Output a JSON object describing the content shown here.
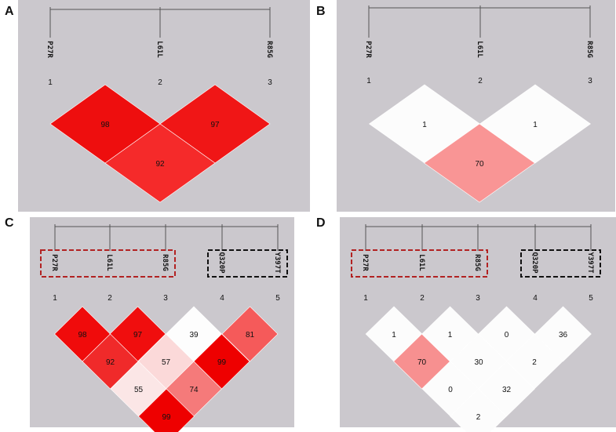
{
  "panels": [
    {
      "letter": "A",
      "snps": [
        "P27R",
        "L61L",
        "R85G"
      ],
      "indices": [
        "1",
        "2",
        "3"
      ],
      "cells": [
        {
          "i": 1,
          "j": 2,
          "value": "98",
          "color": "#ee0e0e"
        },
        {
          "i": 2,
          "j": 3,
          "value": "97",
          "color": "#f01616"
        },
        {
          "i": 1,
          "j": 3,
          "value": "92",
          "color": "#f52a2a"
        }
      ]
    },
    {
      "letter": "B",
      "snps": [
        "P27R",
        "L61L",
        "R85G"
      ],
      "indices": [
        "1",
        "2",
        "3"
      ],
      "cells": [
        {
          "i": 1,
          "j": 2,
          "value": "1",
          "color": "#fcfcfc"
        },
        {
          "i": 2,
          "j": 3,
          "value": "1",
          "color": "#fcfcfc"
        },
        {
          "i": 1,
          "j": 3,
          "value": "70",
          "color": "#f99595"
        }
      ]
    },
    {
      "letter": "C",
      "snps": [
        "P27R",
        "L61L",
        "R85G",
        "Q320P",
        "Y397T"
      ],
      "indices": [
        "1",
        "2",
        "3",
        "4",
        "5"
      ],
      "groups": [
        {
          "from": 1,
          "to": 3,
          "color": "#b22222"
        },
        {
          "from": 4,
          "to": 5,
          "color": "#111111"
        }
      ],
      "cells": [
        {
          "i": 1,
          "j": 2,
          "value": "98",
          "color": "#f00b0b"
        },
        {
          "i": 2,
          "j": 3,
          "value": "97",
          "color": "#f00e0e"
        },
        {
          "i": 3,
          "j": 4,
          "value": "39",
          "color": "#fdfdfd"
        },
        {
          "i": 4,
          "j": 5,
          "value": "81",
          "color": "#f55a5a"
        },
        {
          "i": 1,
          "j": 3,
          "value": "92",
          "color": "#f02a2a"
        },
        {
          "i": 2,
          "j": 4,
          "value": "57",
          "color": "#fbd9d9"
        },
        {
          "i": 3,
          "j": 5,
          "value": "99",
          "color": "#ee0000"
        },
        {
          "i": 1,
          "j": 4,
          "value": "55",
          "color": "#fbe6e6"
        },
        {
          "i": 2,
          "j": 5,
          "value": "74",
          "color": "#f57a7a"
        },
        {
          "i": 1,
          "j": 5,
          "value": "99",
          "color": "#ee0000"
        }
      ]
    },
    {
      "letter": "D",
      "snps": [
        "P27R",
        "L61L",
        "R85G",
        "Q320P",
        "Y397T"
      ],
      "indices": [
        "1",
        "2",
        "3",
        "4",
        "5"
      ],
      "groups": [
        {
          "from": 1,
          "to": 3,
          "color": "#b22222"
        },
        {
          "from": 4,
          "to": 5,
          "color": "#111111"
        }
      ],
      "cells": [
        {
          "i": 1,
          "j": 2,
          "value": "1",
          "color": "#fcfcfc"
        },
        {
          "i": 2,
          "j": 3,
          "value": "1",
          "color": "#fcfcfc"
        },
        {
          "i": 3,
          "j": 4,
          "value": "0",
          "color": "#fcfcfc"
        },
        {
          "i": 4,
          "j": 5,
          "value": "36",
          "color": "#fcfcfc"
        },
        {
          "i": 1,
          "j": 3,
          "value": "70",
          "color": "#f79090"
        },
        {
          "i": 2,
          "j": 4,
          "value": "30",
          "color": "#fcfcfc"
        },
        {
          "i": 3,
          "j": 5,
          "value": "2",
          "color": "#fcfcfc"
        },
        {
          "i": 1,
          "j": 4,
          "value": "0",
          "color": "#fcfcfc"
        },
        {
          "i": 2,
          "j": 5,
          "value": "32",
          "color": "#fcfcfc"
        },
        {
          "i": 1,
          "j": 5,
          "value": "2",
          "color": "#fcfcfc"
        }
      ]
    }
  ]
}
